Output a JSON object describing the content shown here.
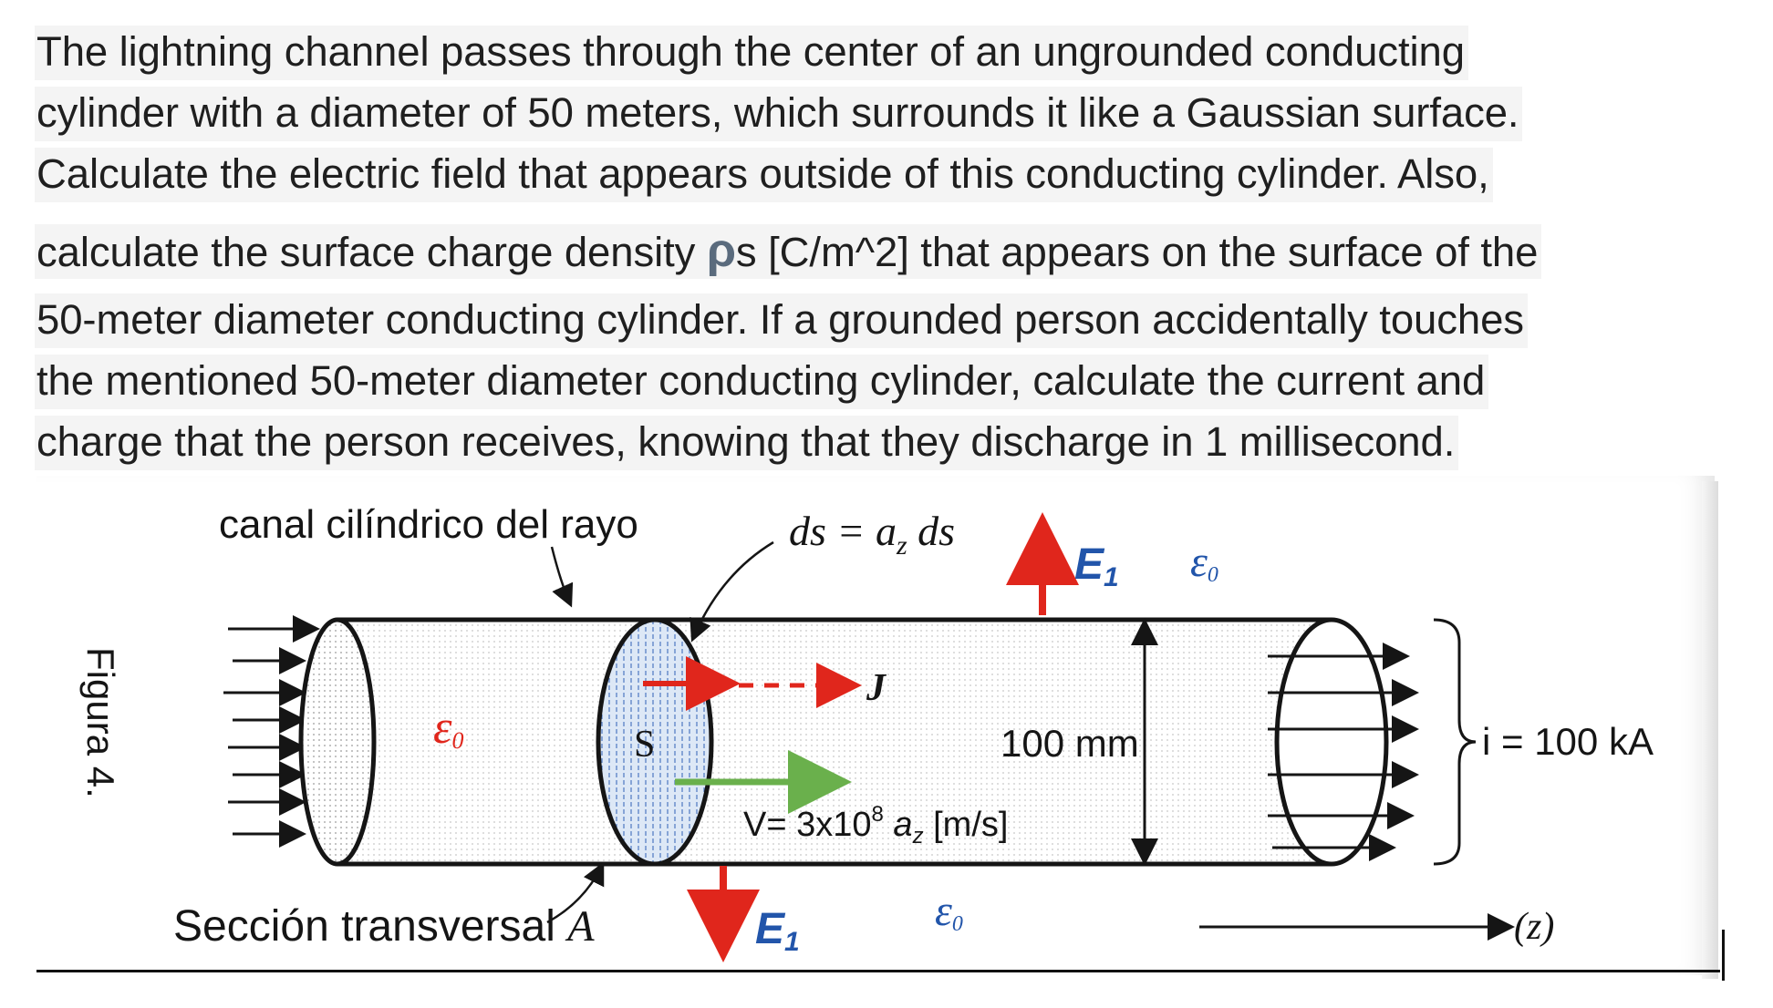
{
  "question": {
    "lines": [
      "The lightning channel passes through the center of an ungrounded conducting",
      "cylinder with a diameter of 50 meters, which surrounds it like a Gaussian surface.",
      "Calculate the electric field that appears outside of this conducting cylinder. Also,",
      "calculate the surface charge density ",
      "s [C/m^2] that appears on the surface of the",
      "50-meter diameter conducting cylinder. If a grounded person accidentally touches",
      "the mentioned 50-meter diameter conducting cylinder, calculate the current and",
      "charge that the person receives, knowing that they discharge in 1 millisecond."
    ],
    "rho_symbol": "ρ"
  },
  "figure": {
    "side_label": "Figura 4.",
    "channel_label": "canal cilíndrico del rayo",
    "ds_label": "ds = a",
    "ds_sub": "z",
    "ds_tail": " ds",
    "e1_top": "E",
    "e1_sub": "1",
    "eps_symbol": "ε",
    "eps_sub": "0",
    "j_label": "J",
    "s_label": "S",
    "diameter_label": "100 mm",
    "velocity_label": "V= 3x10",
    "velocity_exp": "8",
    "velocity_tail": " a",
    "velocity_sub": "z",
    "velocity_unit": " [m/s]",
    "current_label": "i = 100 kA",
    "section_label": "Sección transversal ",
    "section_letter": "A",
    "z_label": "(z)",
    "colors": {
      "red": "#e0261c",
      "green": "#6ab04c",
      "blue": "#2255aa",
      "ink": "#151515"
    }
  }
}
